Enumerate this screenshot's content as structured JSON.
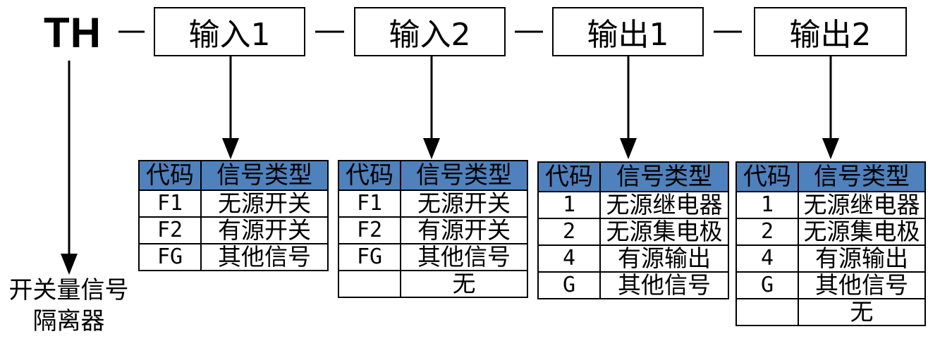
{
  "prefix": "TH",
  "prefix_caption": [
    "开关量信号",
    "隔离器"
  ],
  "boxes": [
    "输入1",
    "输入2",
    "输出1",
    "输出2"
  ],
  "tables": [
    {
      "headers": [
        "代码",
        "信号类型"
      ],
      "rows": [
        [
          "F1",
          "无源开关"
        ],
        [
          "F2",
          "有源开关"
        ],
        [
          "FG",
          "其他信号"
        ]
      ]
    },
    {
      "headers": [
        "代码",
        "信号类型"
      ],
      "rows": [
        [
          "F1",
          "无源开关"
        ],
        [
          "F2",
          "有源开关"
        ],
        [
          "FG",
          "其他信号"
        ],
        [
          "",
          "无"
        ]
      ]
    },
    {
      "headers": [
        "代码",
        "信号类型"
      ],
      "rows": [
        [
          "1",
          "无源继电器"
        ],
        [
          "2",
          "无源集电极"
        ],
        [
          "4",
          "有源输出"
        ],
        [
          "G",
          "其他信号"
        ]
      ]
    },
    {
      "headers": [
        "代码",
        "信号类型"
      ],
      "rows": [
        [
          "1",
          "无源继电器"
        ],
        [
          "2",
          "无源集电极"
        ],
        [
          "4",
          "有源输出"
        ],
        [
          "G",
          "其他信号"
        ],
        [
          "",
          "无"
        ]
      ]
    }
  ],
  "colors": {
    "header_fill": "#4f81bd",
    "line": "#000000"
  }
}
